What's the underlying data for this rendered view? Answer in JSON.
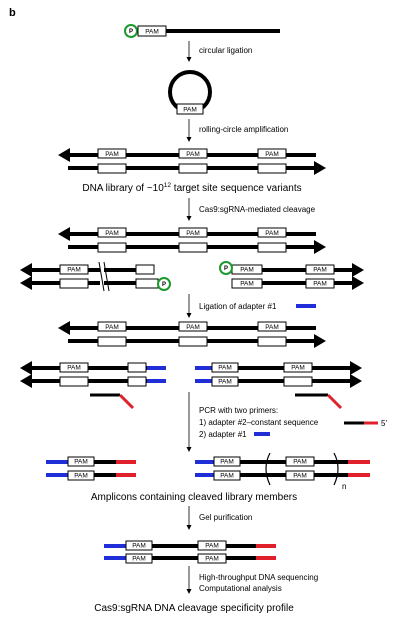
{
  "panel_label": "b",
  "pam_label": "PAM",
  "phosphate_label": "P",
  "steps": {
    "circular_ligation": "circular ligation",
    "rolling_circle": "rolling-circle amplification",
    "cleavage": "Cas9:sgRNA-mediated cleavage",
    "adapter_ligation": "Ligation of adapter #1",
    "pcr_title": "PCR with two primers:",
    "pcr_primer1": "1) adapter #2–constant sequence",
    "pcr_primer2": "2) adapter #1",
    "primer_end": "5'",
    "gel": "Gel purification",
    "sequencing": "High-throughput DNA sequencing",
    "analysis": "Computational analysis"
  },
  "library": {
    "prefix": "DNA library of ~10",
    "exponent": "12",
    "suffix": " target site sequence variants"
  },
  "repeat_count": "n",
  "amplicons_caption": "Amplicons containing cleaved library members",
  "final_caption": "Cas9:sgRNA DNA cleavage specificity profile",
  "colors": {
    "adapter1": "#1f2ed6",
    "adapter2": "#e0202a",
    "phosphate_ring": "#1a9a2a",
    "dna": "#000000"
  }
}
